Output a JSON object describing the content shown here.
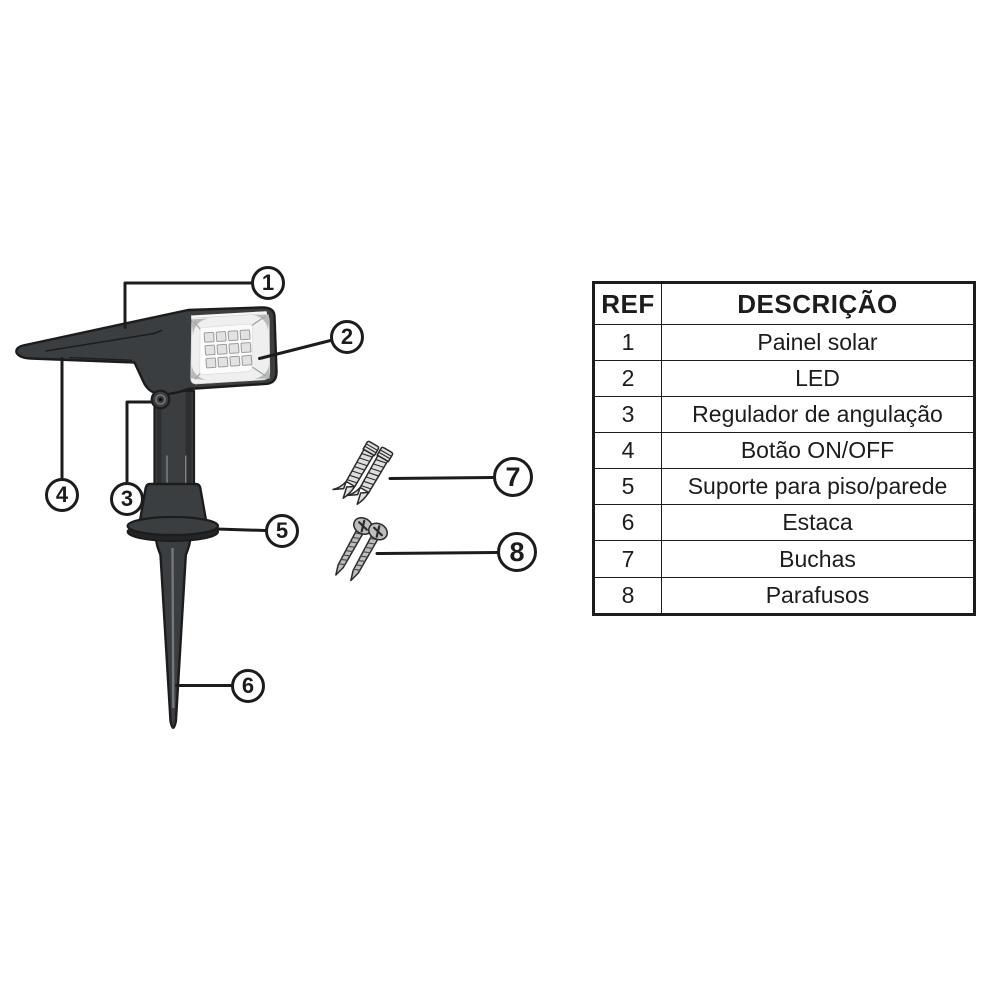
{
  "colors": {
    "paper": "#ffffff",
    "ink": "#1c1c1c",
    "body_dark": "#3b3e40",
    "body_darker": "#2d2f31",
    "panel_gray": "#efefef",
    "wedge_gray": "#b8b8b8",
    "led_white": "#fbfbfb",
    "led_cell": "#e2e2e2",
    "hardware_gray": "#dedede",
    "hardware_dark": "#bdbdbd"
  },
  "diagram": {
    "callout_labels": [
      "1",
      "2",
      "3",
      "4",
      "5",
      "6",
      "7",
      "8"
    ]
  },
  "table": {
    "headers": {
      "ref": "REF",
      "desc": "DESCRIÇÃO"
    },
    "rows": [
      {
        "ref": "1",
        "desc": "Painel solar"
      },
      {
        "ref": "2",
        "desc": "LED"
      },
      {
        "ref": "3",
        "desc": "Regulador de angulação"
      },
      {
        "ref": "4",
        "desc": "Botão ON/OFF"
      },
      {
        "ref": "5",
        "desc": "Suporte para piso/parede"
      },
      {
        "ref": "6",
        "desc": "Estaca"
      },
      {
        "ref": "7",
        "desc": "Buchas"
      },
      {
        "ref": "8",
        "desc": "Parafusos"
      }
    ]
  }
}
